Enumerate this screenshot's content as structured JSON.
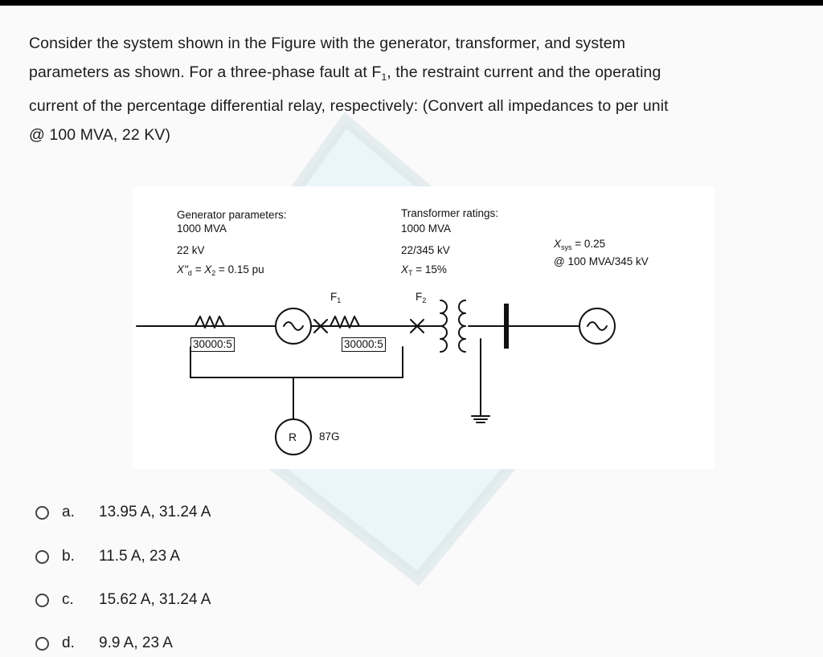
{
  "question": {
    "line1": "Consider the system shown in the Figure with the generator, transformer, and system",
    "line2_a": "parameters as shown. For a three-phase fault at F",
    "line2_sub": "1",
    "line2_b": ", the restraint current and the operating",
    "line3": "current of the percentage differential relay, respectively: (Convert all impedances to per unit",
    "line4": "@ 100 MVA, 22 KV)"
  },
  "figure": {
    "generator": {
      "title": "Generator parameters:",
      "mva": "1000 MVA",
      "kv": "22 kV",
      "reactance_a": "X\"",
      "reactance_a_sub": "d",
      "reactance_b": " = X",
      "reactance_b_sub": "2",
      "reactance_c": " = 0.15 pu"
    },
    "transformer": {
      "title": "Transformer ratings:",
      "mva": "1000 MVA",
      "kv": "22/345 kV",
      "xt": "X",
      "xt_sub": "T",
      "xt_val": " = 15%"
    },
    "system": {
      "x": "X",
      "x_sub": "sys",
      "x_val": " = 0.25",
      "base": "@ 100 MVA/345 kV"
    },
    "fault1": "F",
    "fault1_sub": "1",
    "fault2": "F",
    "fault2_sub": "2",
    "ct1_ratio": "30000:5",
    "ct2_ratio": "30000:5",
    "relay_symbol": "R",
    "relay_code": "87G"
  },
  "options": [
    {
      "letter": "a.",
      "text": "13.95 A, 31.24 A"
    },
    {
      "letter": "b.",
      "text": "11.5 A, 23 A"
    },
    {
      "letter": "c.",
      "text": "15.62 A, 31.24 A"
    },
    {
      "letter": "d.",
      "text": "9.9 A, 23 A"
    }
  ]
}
